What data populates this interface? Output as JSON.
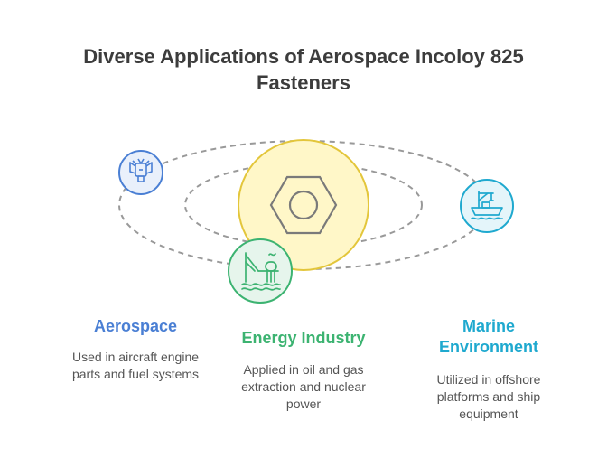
{
  "title": {
    "line1": "Diverse Applications of Aerospace Incoloy 825",
    "line2": "Fasteners"
  },
  "colors": {
    "orbit": "#999999",
    "center_fill": "#fff7c8",
    "center_stroke": "#e3c63b",
    "aerospace": "#4a7fd4",
    "energy": "#3cb371",
    "marine": "#1fa9cf",
    "text": "#555555",
    "title": "#3c3c3c"
  },
  "center": {
    "icon": "hex-nut-icon"
  },
  "items": [
    {
      "icon": "engine-icon",
      "heading_lines": [
        "Aerospace"
      ],
      "description_lines": [
        "Used in aircraft engine",
        "parts and fuel systems"
      ]
    },
    {
      "icon": "oil-rig-icon",
      "heading_lines": [
        "Energy Industry"
      ],
      "description_lines": [
        "Applied in oil and gas",
        "extraction and nuclear",
        "power"
      ]
    },
    {
      "icon": "ship-crane-icon",
      "heading_lines": [
        "Marine",
        "Environment"
      ],
      "description_lines": [
        "Utilized in offshore",
        "platforms and ship",
        "equipment"
      ]
    }
  ]
}
